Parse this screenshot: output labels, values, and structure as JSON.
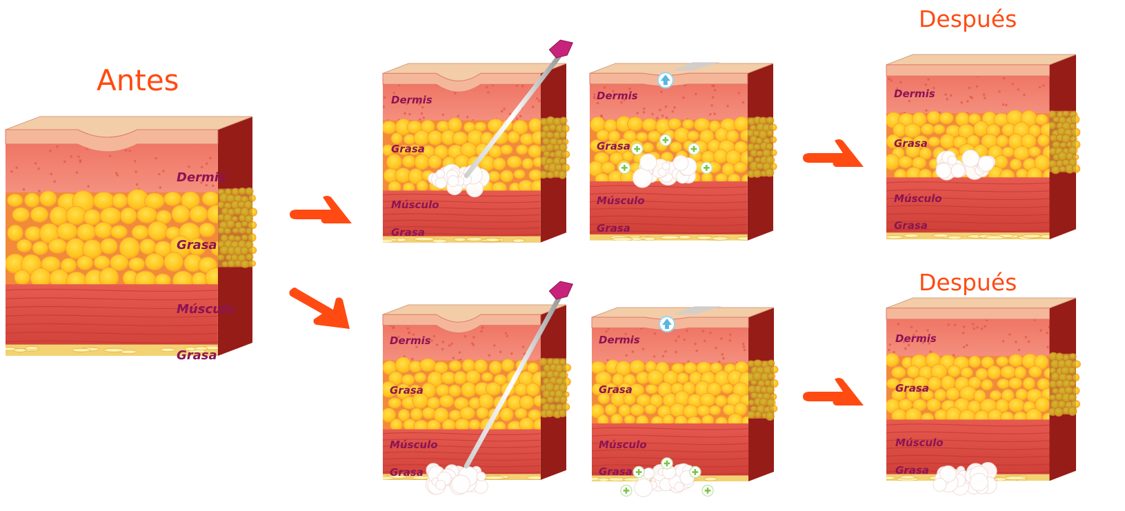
{
  "headings": {
    "before": "Antes",
    "after_top": "Después",
    "after_bottom": "Después"
  },
  "layers": {
    "dermis": "Dermis",
    "fat": "Grasa",
    "muscle": "Músculo",
    "fat_bottom": "Grasa"
  },
  "colors": {
    "accent": "#ff4a12",
    "label": "#8c1454",
    "epidermis": "#f2cda8",
    "dermis": "#f27b6e",
    "fat": "#f9b823",
    "muscle": "#e0504a",
    "side": "#b8231e",
    "filler": "#ffffff"
  },
  "icons": [
    "arrow-right-icon",
    "arrow-down-right-icon",
    "needle-icon",
    "up-arrow-icon",
    "plus-icon",
    "filler-bubble-icon"
  ]
}
